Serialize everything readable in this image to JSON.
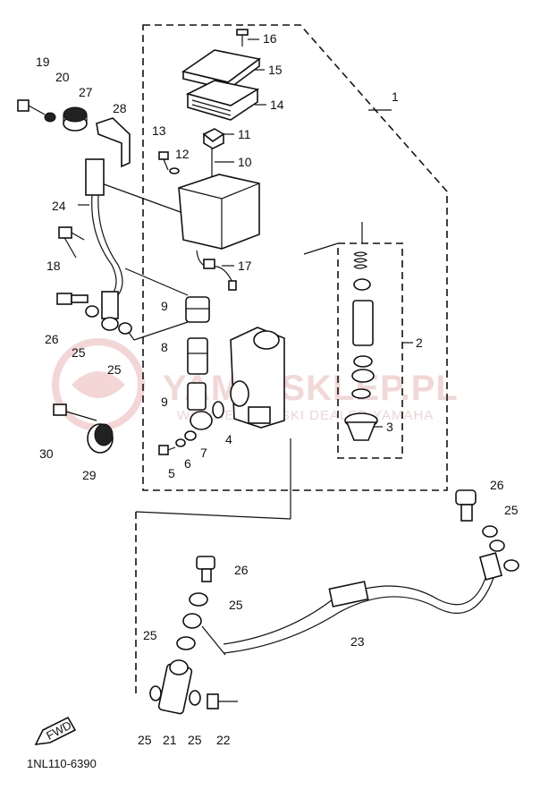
{
  "diagram_code": "1NL110-6390",
  "fwd_label": "FWD",
  "watermark": {
    "main": "YAMA-SKLEP.PL",
    "sub": "WOJCIECHOWSKI DEALER YAMAHA"
  },
  "callouts": [
    "1",
    "2",
    "3",
    "4",
    "5",
    "6",
    "7",
    "8",
    "9",
    "9",
    "10",
    "11",
    "12",
    "13",
    "14",
    "15",
    "16",
    "17",
    "18",
    "19",
    "20",
    "21",
    "22",
    "23",
    "24",
    "25",
    "25",
    "25",
    "25",
    "25",
    "25",
    "25",
    "26",
    "26",
    "26",
    "27",
    "28",
    "29",
    "30"
  ]
}
